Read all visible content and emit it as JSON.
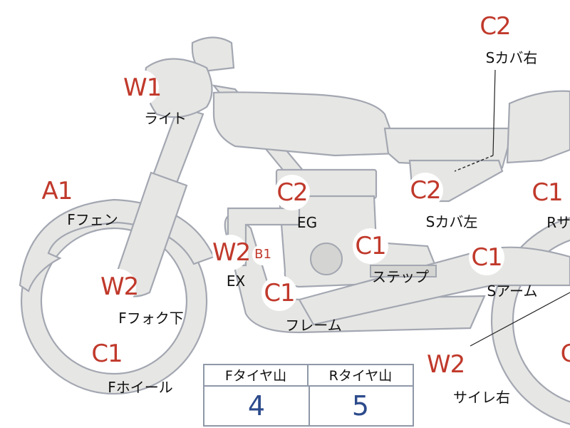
{
  "grades": {
    "light": "W1",
    "cover_right": "C2",
    "fender_front": "A1",
    "engine": "C2",
    "cover_left": "C2",
    "rear_suspension": "C1",
    "exhaust": "W2",
    "exhaust_extra": "B1",
    "step": "C1",
    "frame": "C1",
    "swing_arm": "C1",
    "fork_lower": "W2",
    "wheel_front": "C1",
    "muffler_right": "W2",
    "rear_edge": "C"
  },
  "labels": {
    "light": "ライト",
    "cover_right": "Sカバ右",
    "fender_front": "Fフェン",
    "engine": "EG",
    "cover_left": "Sカバ左",
    "rear_suspension": "Rサス",
    "exhaust": "EX",
    "step": "ステップ",
    "frame": "フレーム",
    "swing_arm": "Sアーム",
    "fork_lower": "Fフォク下",
    "wheel_front": "Fホイール",
    "muffler_right": "サイレ右"
  },
  "tread": {
    "front_header": "Fタイヤ山",
    "rear_header": "Rタイヤ山",
    "front_value": "4",
    "rear_value": "5"
  },
  "colors": {
    "grade_text": "#c0392b",
    "tread_value": "#2d4b8c",
    "part_fill": "#e6e6e4",
    "part_outline": "#a3a7b1"
  }
}
